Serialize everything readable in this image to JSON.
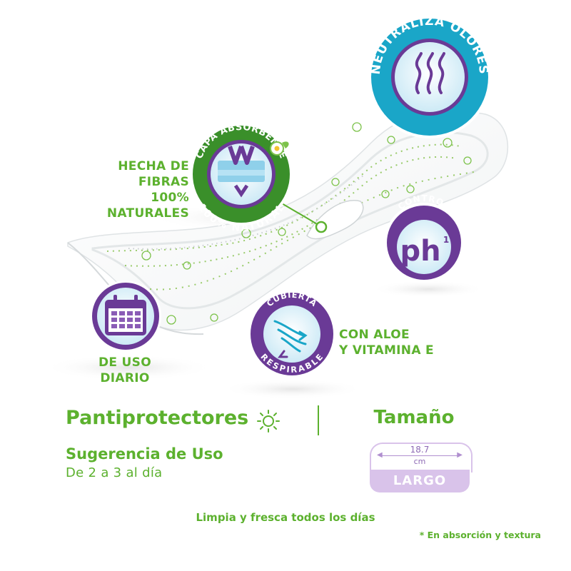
{
  "badges": {
    "odor": {
      "text": "NEUTRALIZA OLORES"
    },
    "absorbent": {
      "top_text": "CAPA ABSORBENTE",
      "bottom_text": "100% NATURAL"
    },
    "ph": {
      "top_text": "CONTROL",
      "main": "ph",
      "superscript": "1"
    },
    "breathable": {
      "top_text": "CUBIERTA",
      "bottom_text": "RESPIRABLE"
    },
    "daily": {
      "icon": "calendar-icon"
    }
  },
  "labels": {
    "fibers": [
      "HECHA DE",
      "FIBRAS 100%",
      "NATURALES"
    ],
    "aloe": [
      "CON ALOE",
      "Y VITAMINA E"
    ],
    "daily": [
      "DE USO",
      "DIARIO"
    ]
  },
  "info": {
    "product": "Pantiprotectores",
    "product_icon": "sun-icon",
    "usage_title": "Sugerencia de Uso",
    "usage_value": "De 2 a 3 al día",
    "size_title": "Tamaño",
    "size_measure": "18.7",
    "size_unit": "cm",
    "size_name": "LARGO"
  },
  "footer": {
    "tagline": "Limpia y fresca todos los días",
    "note": "* En absorción y textura"
  },
  "colors": {
    "green": "#5cb12e",
    "purple": "#6a3a96",
    "light_purple": "#d9c3ea",
    "teal": "#1aa6c8",
    "light_blue": "#dff3fb"
  }
}
